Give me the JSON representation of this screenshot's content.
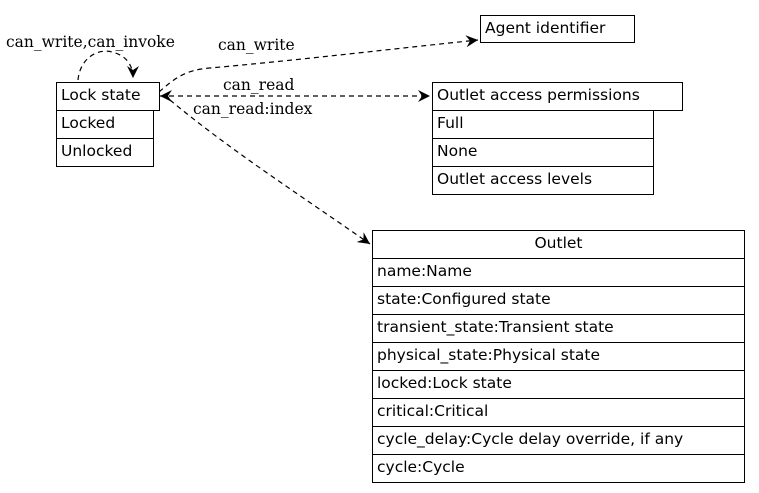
{
  "nodes": {
    "lock_state": {
      "title": "Lock state",
      "rows": [
        "Locked",
        "Unlocked"
      ]
    },
    "agent_identifier": {
      "title": "Agent identifier",
      "rows": []
    },
    "outlet_access_permissions": {
      "title": "Outlet access permissions",
      "rows": [
        "Full",
        "None",
        "Outlet access levels"
      ]
    },
    "outlet": {
      "title": "Outlet",
      "rows": [
        "name:Name",
        "state:Configured state",
        "transient_state:Transient state",
        "physical_state:Physical state",
        "locked:Lock state",
        "critical:Critical",
        "cycle_delay:Cycle delay override, if any",
        "cycle:Cycle"
      ]
    }
  },
  "edges": {
    "self_loop": "can_write,can_invoke",
    "to_agent": "can_write",
    "to_permissions": "can_read",
    "to_outlet": "can_read:index"
  }
}
